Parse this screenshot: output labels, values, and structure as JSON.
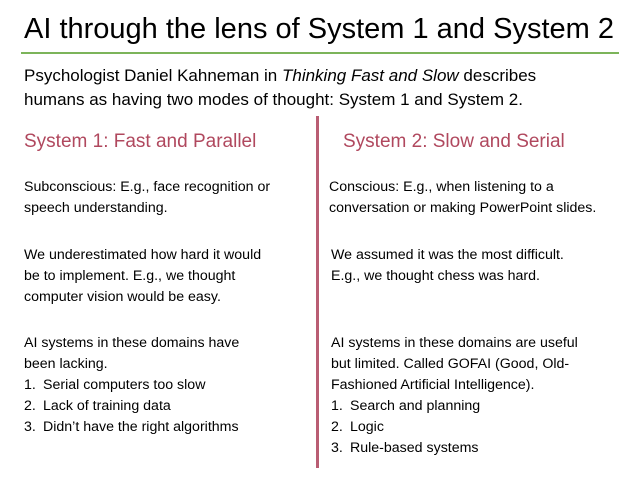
{
  "title": "AI through the lens of System 1 and System 2",
  "intro": {
    "line1_pre": "Psychologist Daniel Kahneman in ",
    "line1_book": "Thinking Fast and Slow",
    "line1_post": " describes",
    "line2": "humans as having two modes of thought: System 1 and System 2."
  },
  "system1": {
    "heading": "System 1: Fast and Parallel",
    "p1": [
      "Subconscious: E.g., face recognition or",
      "speech understanding."
    ],
    "p2": [
      "We underestimated how hard it would",
      "be to implement. E.g., we thought",
      "computer vision would be easy."
    ],
    "p3": [
      "AI systems in these domains have",
      "been lacking."
    ],
    "list": [
      {
        "num": "1.",
        "text": "Serial computers too slow"
      },
      {
        "num": "2.",
        "text": "Lack of training data"
      },
      {
        "num": "3.",
        "text": "Didn’t have the right algorithms"
      }
    ]
  },
  "system2": {
    "heading": "System 2: Slow and Serial",
    "p1": [
      "Conscious: E.g., when listening to a",
      "conversation or making PowerPoint slides."
    ],
    "p2": [
      "We assumed it was the most difficult.",
      "E.g., we thought chess was hard."
    ],
    "p3": [
      "AI systems in these domains are useful",
      "but limited. Called GOFAI (Good, Old-",
      "Fashioned Artificial Intelligence)."
    ],
    "list": [
      {
        "num": "1.",
        "text": "Search and planning"
      },
      {
        "num": "2.",
        "text": "Logic"
      },
      {
        "num": "3.",
        "text": "Rule-based systems"
      }
    ]
  },
  "colors": {
    "accent_rule": "#7cb45a",
    "heading": "#b0485e",
    "divider": "#b95d73"
  }
}
